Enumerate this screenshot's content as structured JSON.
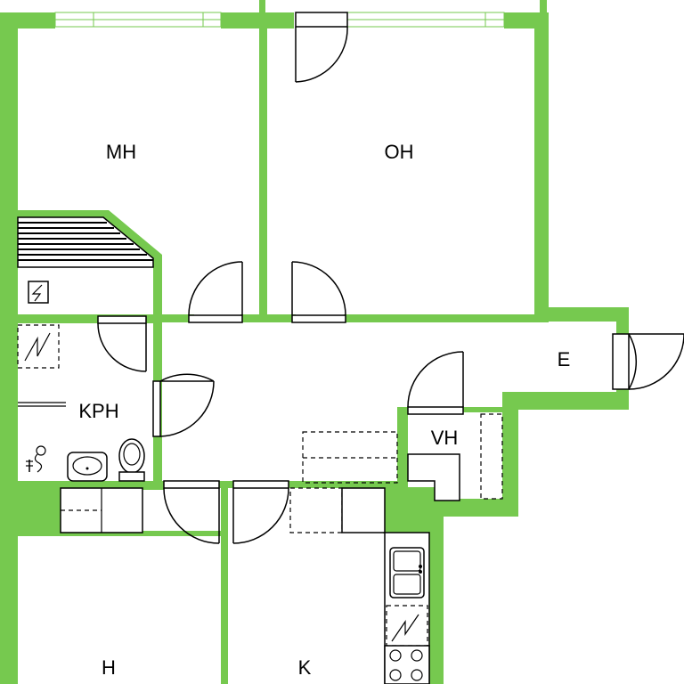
{
  "colors": {
    "wall": "#76c94f",
    "background": "#ffffff",
    "line": "#000000"
  },
  "rooms": {
    "mh": "MH",
    "oh": "OH",
    "e": "E",
    "kph": "KPH",
    "vh": "VH",
    "h": "H",
    "k": "K"
  },
  "icons": {
    "electrical_panel": "electrical-panel-icon",
    "shower": "shower-icon",
    "sink": "washbasin-icon",
    "toilet": "toilet-icon",
    "stove": "stove-icon",
    "kitchen_sink": "kitchen-sink-icon"
  }
}
